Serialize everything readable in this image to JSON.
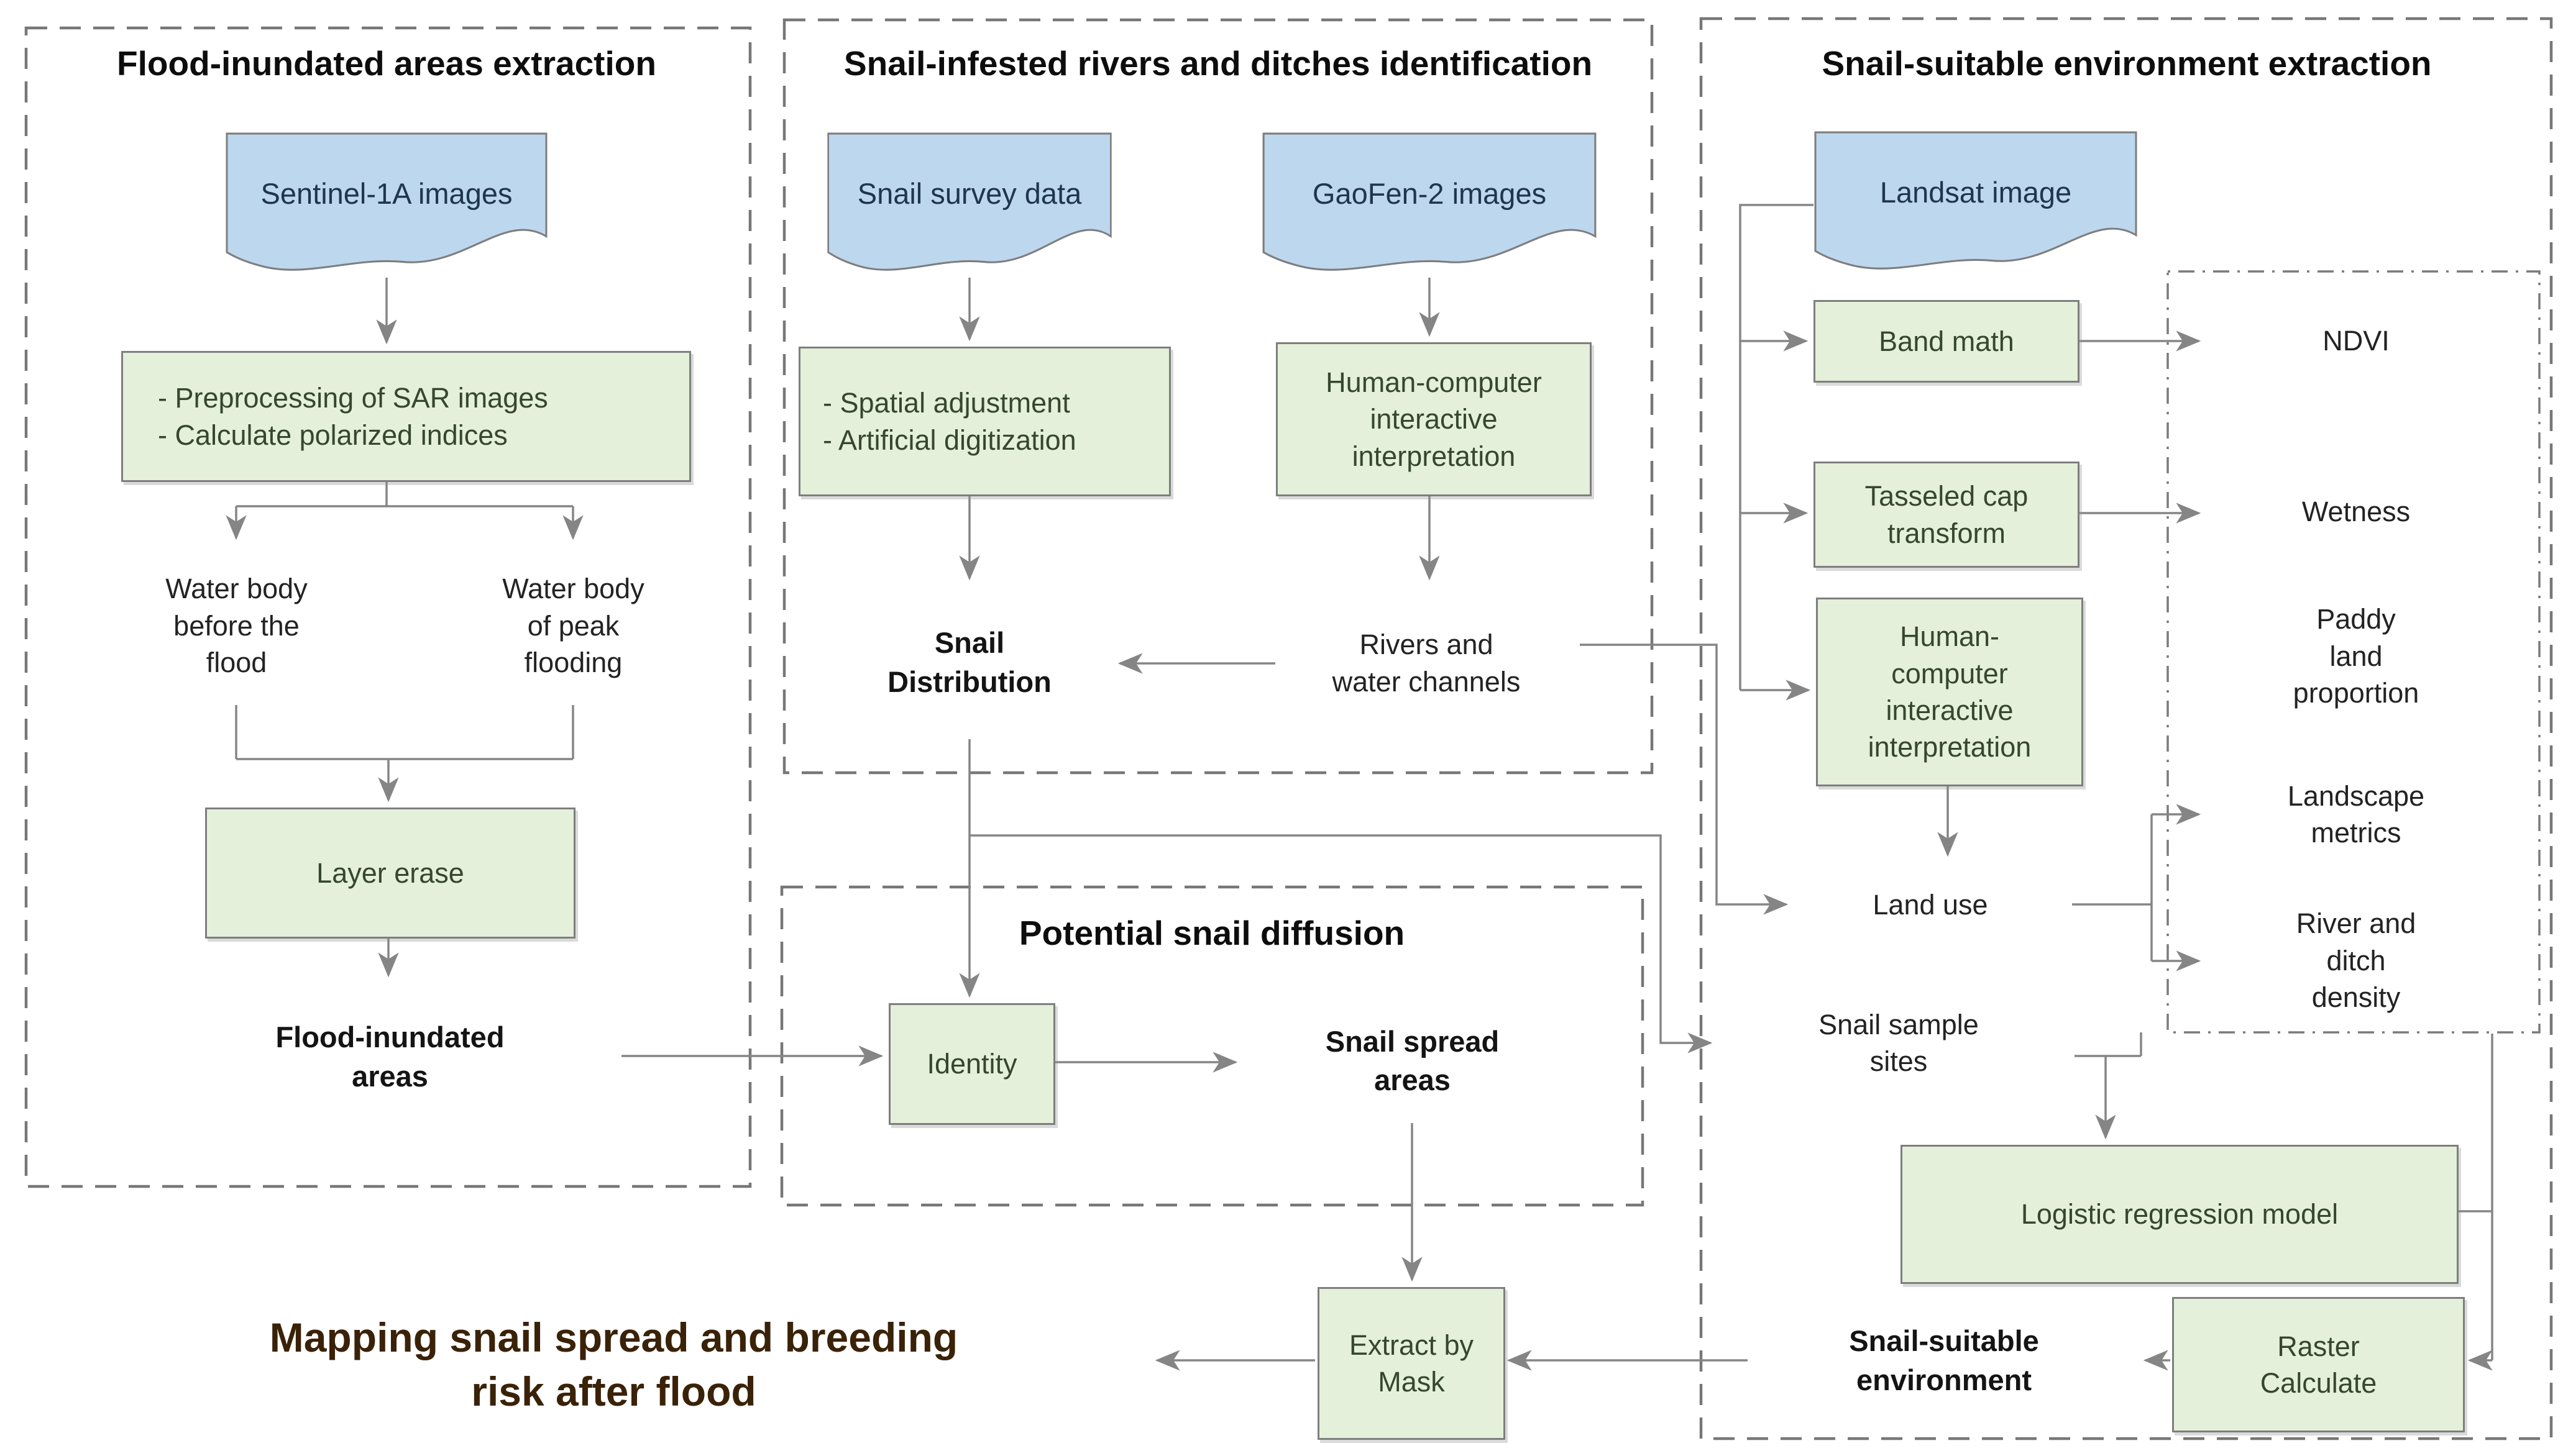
{
  "figure": {
    "background": "#ffffff",
    "type": "methodology-flowchart"
  },
  "colors": {
    "data_source_blue": "#bdd7ee",
    "process_green": "#e4f0da",
    "intermediate_peach": "#fbe5d6",
    "result_orange": "#f2a876",
    "final_output_orange": "#c55f11",
    "line_gray": "#858585",
    "border_gray": "#7e7e7e"
  },
  "sections": {
    "flood_extraction": {
      "title": "Flood-inundated areas extraction"
    },
    "snail_rivers": {
      "title": "Snail-infested rivers and ditches identification"
    },
    "environment": {
      "title": "Snail-suitable environment extraction"
    },
    "diffusion": {
      "title": "Potential snail diffusion"
    }
  },
  "nodes": {
    "sentinel": {
      "label": "Sentinel-1A images",
      "shape": "document"
    },
    "preprocessing": {
      "label": "- Preprocessing of SAR images\n- Calculate polarized indices",
      "shape": "process"
    },
    "water_before": {
      "label": "Water body\nbefore the\nflood",
      "shape": "data"
    },
    "water_peak": {
      "label": "Water body\nof peak\nflooding",
      "shape": "data"
    },
    "layer_erase": {
      "label": "Layer erase",
      "shape": "process"
    },
    "flood_areas": {
      "label": "Flood-inundated\nareas",
      "shape": "result"
    },
    "snail_survey": {
      "label": "Snail survey data",
      "shape": "document"
    },
    "gaofen": {
      "label": "GaoFen-2 images",
      "shape": "document"
    },
    "spatial": {
      "label": "- Spatial adjustment\n- Artificial digitization",
      "shape": "process"
    },
    "hc_interpretation_mid": {
      "label": "Human-computer\ninteractive\ninterpretation",
      "shape": "process"
    },
    "snail_distribution": {
      "label": "Snail\nDistribution",
      "shape": "result"
    },
    "rivers_channels": {
      "label": "Rivers and\nwater channels",
      "shape": "data"
    },
    "identity": {
      "label": "Identity",
      "shape": "process"
    },
    "snail_spread": {
      "label": "Snail spread\nareas",
      "shape": "result"
    },
    "extract_mask": {
      "label": "Extract by\nMask",
      "shape": "process"
    },
    "mapping": {
      "label": "Mapping snail spread and breeding\nrisk after flood",
      "shape": "final-output"
    },
    "landsat": {
      "label": "Landsat image",
      "shape": "document"
    },
    "band_math": {
      "label": "Band math",
      "shape": "process"
    },
    "tasseled": {
      "label": "Tasseled cap\ntransform",
      "shape": "process"
    },
    "hc_interpretation_right": {
      "label": "Human-\ncomputer\ninteractive\ninterpretation",
      "shape": "process"
    },
    "land_use": {
      "label": "Land use",
      "shape": "data"
    },
    "ndvi": {
      "label": "NDVI",
      "shape": "data"
    },
    "wetness": {
      "label": "Wetness",
      "shape": "data"
    },
    "paddy": {
      "label": "Paddy\nland\nproportion",
      "shape": "data"
    },
    "landscape": {
      "label": "Landscape\nmetrics",
      "shape": "data"
    },
    "river_ditch": {
      "label": "River and\nditch\ndensity",
      "shape": "data"
    },
    "snail_sites": {
      "label": "Snail sample\nsites",
      "shape": "data"
    },
    "logistic": {
      "label": "Logistic regression model",
      "shape": "process"
    },
    "raster": {
      "label": "Raster\nCalculate",
      "shape": "process"
    },
    "suitable_env": {
      "label": "Snail-suitable\nenvironment",
      "shape": "result"
    }
  }
}
